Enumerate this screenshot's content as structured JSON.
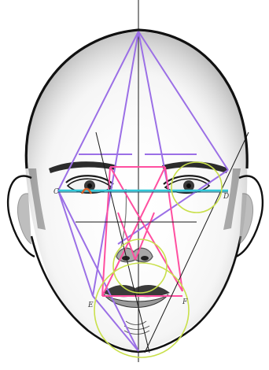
{
  "colors": {
    "background": "#ffffff",
    "outline": "#111111",
    "skin_shade": "#7d7d7d",
    "violet": "#9b6fe6",
    "magenta": "#ff4fa0",
    "cyan": "#30c7d8",
    "yellow_green": "#c9e04c",
    "orange_accent": "#d9612a",
    "guide_black": "#1a1a1a"
  },
  "labels": {
    "c": "C",
    "d": "D",
    "e": "E",
    "f": "F"
  },
  "icons": {
    "face": "face-sketch",
    "axis": "vertical-midline"
  }
}
